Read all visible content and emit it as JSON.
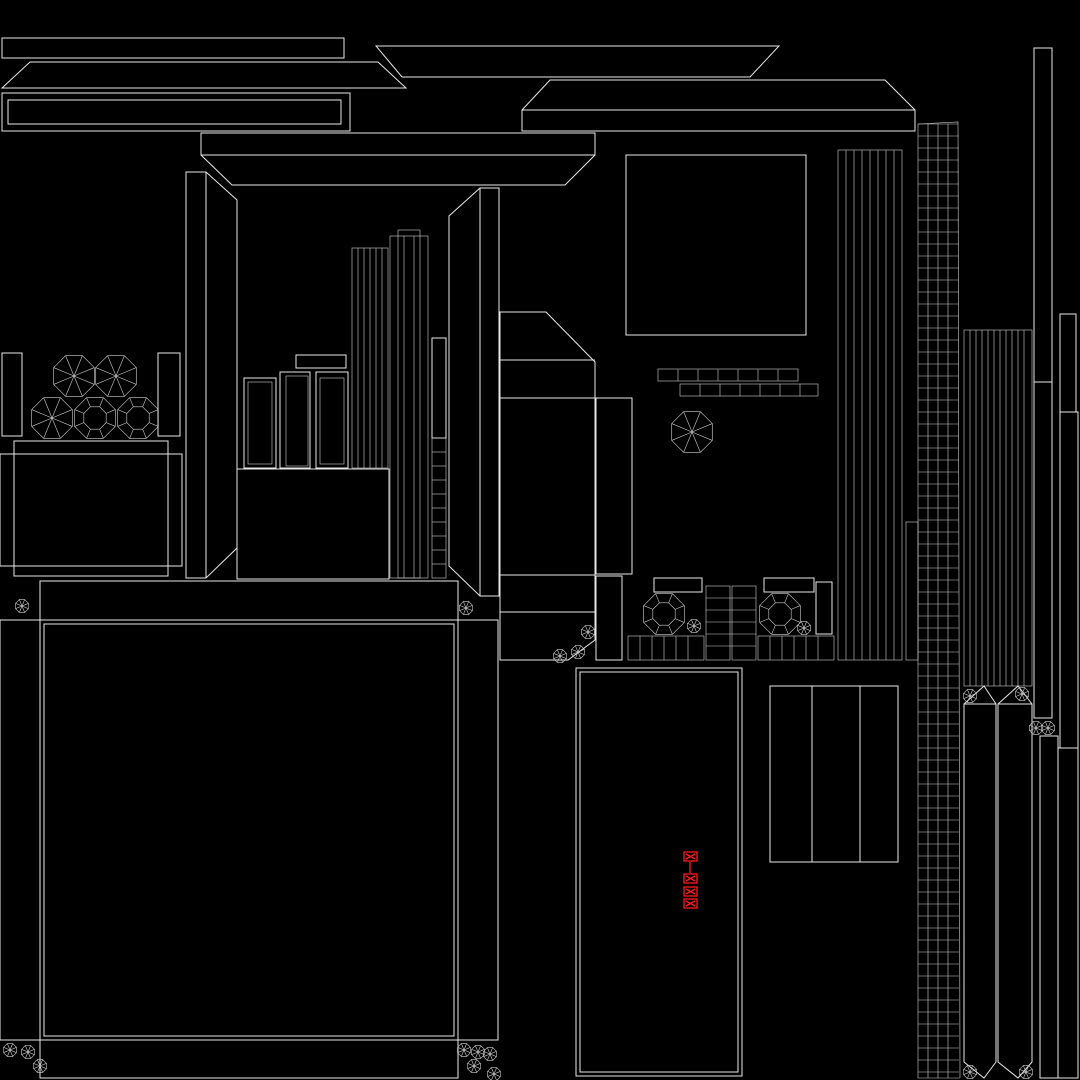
{
  "view": {
    "background_color": "#000000",
    "wire_color": "#e8e8e8",
    "selection_color": "#ff1a1a"
  },
  "uv_layout": {
    "island_groups": [
      "roof-slabs",
      "wall-panels",
      "storage-box",
      "barrel-stacks",
      "floor-tiles",
      "vent-grate",
      "window-panel",
      "machines",
      "ladder-strip",
      "pipe-column",
      "bolt-heads",
      "selected-faces"
    ],
    "selected_face_count": 4
  }
}
